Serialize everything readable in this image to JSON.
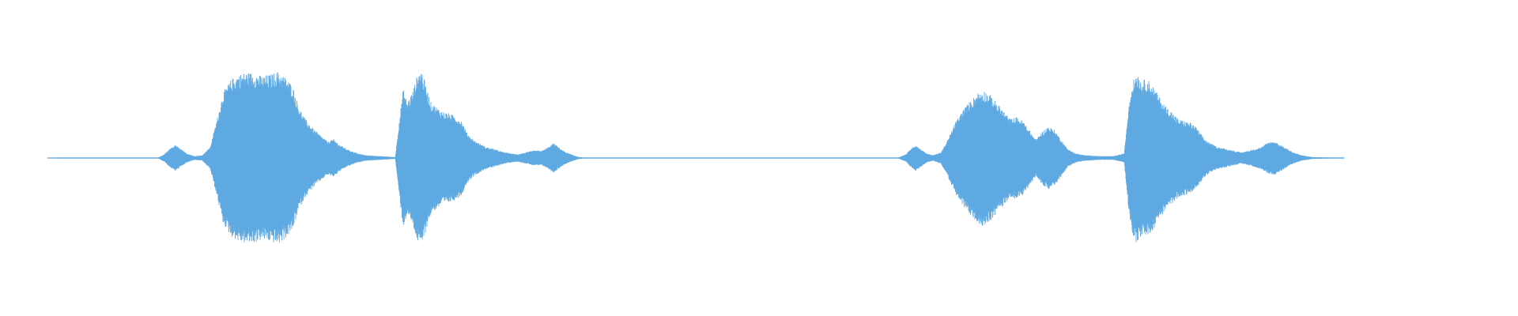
{
  "waveform": {
    "color": "#5EA9E1",
    "background": "#FFFFFF",
    "type": "audio-waveform",
    "segments": [
      {
        "name": "silence-lead",
        "peak": 0.0
      },
      {
        "name": "blip-1",
        "peak": 0.14
      },
      {
        "name": "burst-1",
        "peak": 0.93
      },
      {
        "name": "burst-2",
        "peak": 0.95
      },
      {
        "name": "blip-2",
        "peak": 0.14
      },
      {
        "name": "silence-gap",
        "peak": 0.0
      },
      {
        "name": "blip-3",
        "peak": 0.14
      },
      {
        "name": "burst-3",
        "peak": 0.73
      },
      {
        "name": "burst-4",
        "peak": 0.93
      },
      {
        "name": "blip-4",
        "peak": 0.18
      },
      {
        "name": "silence-tail",
        "peak": 0.0
      }
    ]
  }
}
